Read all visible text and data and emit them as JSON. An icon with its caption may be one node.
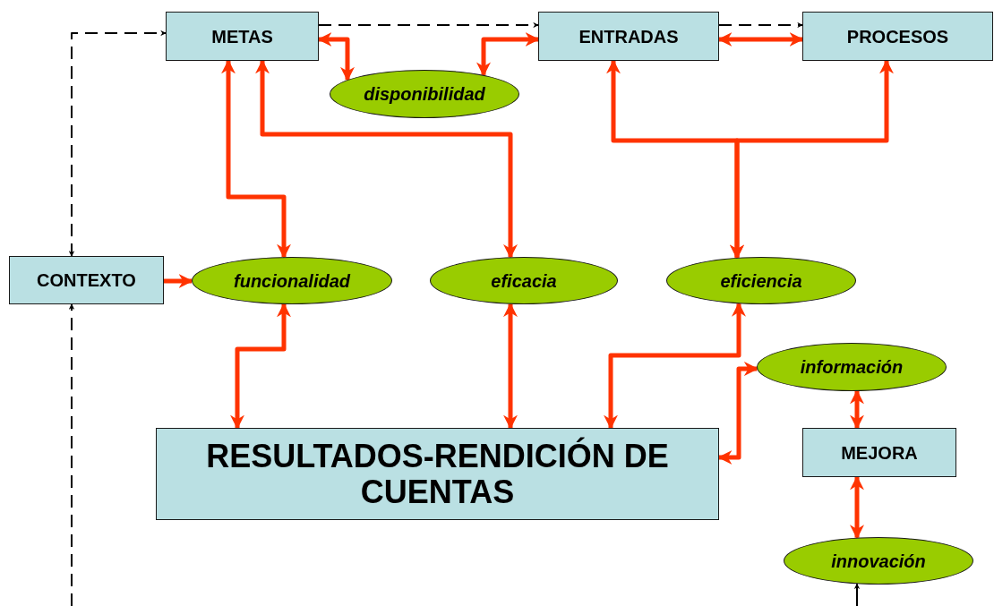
{
  "diagram": {
    "nodes": [
      {
        "text": [
          "METAS"
        ]
      },
      {
        "text": [
          "ENTRADAS"
        ]
      },
      {
        "text": [
          "PROCESOS"
        ]
      },
      {
        "text": [
          "disponibilidad"
        ]
      },
      {
        "text": [
          "CONTEXTO"
        ]
      },
      {
        "text": [
          "funcionalidad"
        ]
      },
      {
        "text": [
          "eficacia"
        ]
      },
      {
        "text": [
          "eficiencia"
        ]
      },
      {
        "text": [
          "información"
        ]
      },
      {
        "text": [
          "RESULTADOS-RENDICIÓN DE CUENTAS"
        ]
      },
      {
        "text": [
          "MEJORA"
        ]
      },
      {
        "text": [
          "innovación"
        ]
      }
    ],
    "edges": [
      {
        "from": 4,
        "to": 0,
        "arrow": "both",
        "style": "dashed",
        "color": "#000000"
      },
      {
        "from": 0,
        "to": 1,
        "arrow": "to",
        "style": "dashed",
        "color": "#000000"
      },
      {
        "from": 1,
        "to": 2,
        "arrow": "to",
        "style": "dashed",
        "color": "#000000"
      },
      {
        "from": null,
        "to": 4,
        "arrow": "to",
        "style": "dashed",
        "color": "#000000"
      },
      {
        "from": null,
        "to": 11,
        "arrow": "to",
        "color": "#000000"
      },
      {
        "from": 0,
        "to": 3,
        "arrow": "both"
      },
      {
        "from": 3,
        "to": 1,
        "arrow": "both"
      },
      {
        "from": 1,
        "to": 2,
        "arrow": "both"
      },
      {
        "from": 0,
        "to": 5,
        "arrow": "both"
      },
      {
        "from": 0,
        "to": 6,
        "arrow": "both"
      },
      {
        "from": 7,
        "to": 1,
        "arrow": "both"
      },
      {
        "from": 7,
        "to": 2,
        "arrow": "both"
      },
      {
        "from": 4,
        "to": 5,
        "arrow": "to"
      },
      {
        "from": 5,
        "to": 9,
        "arrow": "both"
      },
      {
        "from": 6,
        "to": 9,
        "arrow": "both"
      },
      {
        "from": 7,
        "to": 9,
        "arrow": "both"
      },
      {
        "from": 9,
        "to": 8,
        "arrow": "both"
      },
      {
        "from": 8,
        "to": 10,
        "arrow": "both"
      },
      {
        "from": 10,
        "to": 11,
        "arrow": "both"
      }
    ]
  }
}
